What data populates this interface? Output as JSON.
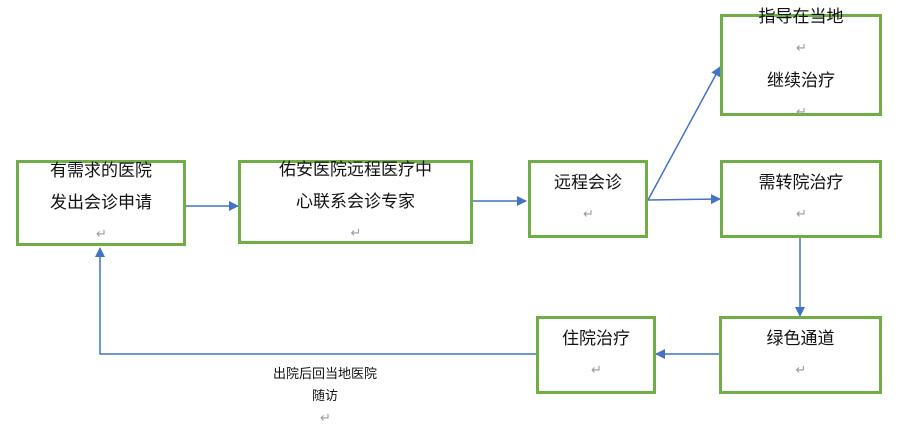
{
  "nodes": {
    "apply": {
      "lines": [
        "有需求的医院",
        "发出会诊申请"
      ]
    },
    "center": {
      "lines": [
        "佑安医院远程医疗中",
        "心联系会诊专家"
      ]
    },
    "remote": {
      "lines": [
        "远程会诊"
      ]
    },
    "local": {
      "lines": [
        "指导在当地",
        "继续治疗"
      ]
    },
    "transfer": {
      "lines": [
        "需转院治疗"
      ]
    },
    "green": {
      "lines": [
        "绿色通道"
      ]
    },
    "hospitalize": {
      "lines": [
        "住院治疗"
      ]
    }
  },
  "edge_labels": {
    "followup": [
      "出院后回当地医院",
      "随访"
    ]
  },
  "return_mark": "↵",
  "colors": {
    "box_border": "#70ad47",
    "arrow": "#4472c4"
  }
}
